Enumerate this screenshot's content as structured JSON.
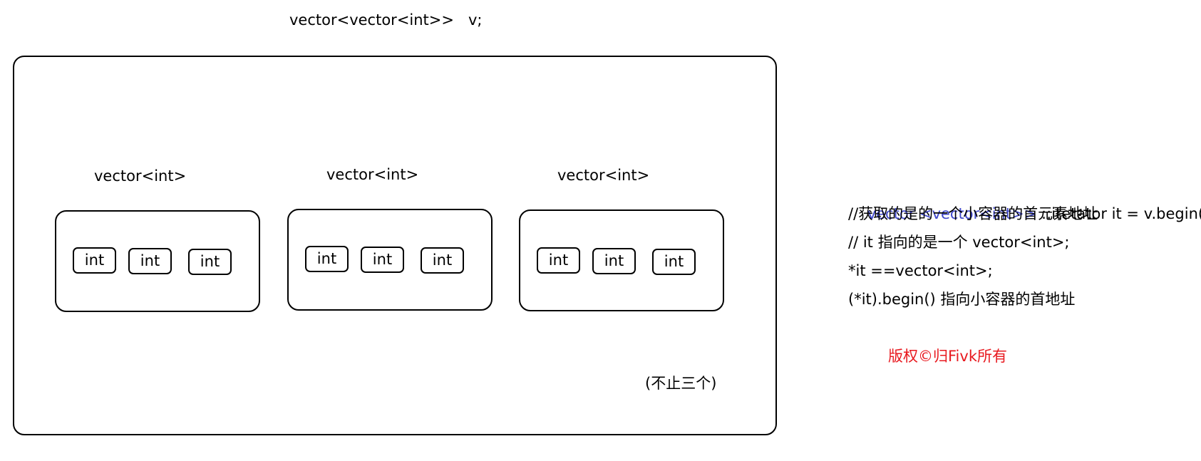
{
  "title": "vector<vector<int>>   v;",
  "containers": [
    {
      "label": "vector<int>",
      "cells": [
        "int",
        "int",
        "int"
      ]
    },
    {
      "label": "vector<int>",
      "cells": [
        "int",
        "int",
        "int"
      ]
    },
    {
      "label": "vector<int>",
      "cells": [
        "int",
        "int",
        "int"
      ]
    }
  ],
  "note": "(不止三个)",
  "code": {
    "line1_type": "vector <vector<int>> ",
    "line1_rest": "::itetator it = v.begin();",
    "line2": "//获取的是的一个小容器的首元素地址",
    "line3": "// it 指向的是一个 vector<int>;",
    "line4": "*it ==vector<int>;",
    "line5": "(*it).begin() 指向小容器的首地址"
  },
  "copyright": "版权©归Fivk所有",
  "colors": {
    "type_blue": "#3f48cc",
    "copyright_red": "#e8191f"
  }
}
